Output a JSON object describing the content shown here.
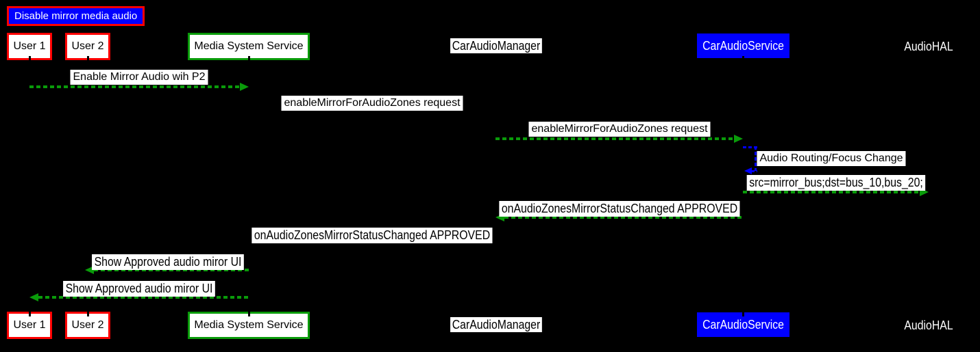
{
  "title": {
    "label": "Disable mirror media audio"
  },
  "participants": [
    {
      "id": "user1",
      "label": "User 1"
    },
    {
      "id": "user2",
      "label": "User 2"
    },
    {
      "id": "media-system-service",
      "label": "Media System Service"
    },
    {
      "id": "car-audio-manager",
      "label": "CarAudioManager"
    },
    {
      "id": "car-audio-service",
      "label": "CarAudioService"
    },
    {
      "id": "audio-hal",
      "label": "AudioHAL"
    }
  ],
  "messages": [
    {
      "from": "User 1",
      "to": "Media System Service",
      "label": "Enable Mirror Audio wih P2",
      "direction": "right",
      "line": "green-dashed"
    },
    {
      "from": "Media System Service",
      "to": "CarAudioManager",
      "label": "enableMirrorForAudioZones request",
      "direction": "right",
      "line": "black-invisible"
    },
    {
      "from": "CarAudioManager",
      "to": "CarAudioService",
      "label": "enableMirrorForAudioZones request",
      "direction": "right",
      "line": "green-dashed"
    },
    {
      "from": "CarAudioService",
      "to": "CarAudioService",
      "label": "Audio Routing/Focus Change",
      "direction": "self",
      "line": "blue-dashed"
    },
    {
      "from": "CarAudioService",
      "to": "AudioHAL",
      "label": "src=mirror_bus;dst=bus_10,bus_20;",
      "direction": "right",
      "line": "green-dashed"
    },
    {
      "from": "CarAudioService",
      "to": "CarAudioManager",
      "label": "onAudioZonesMirrorStatusChanged APPROVED",
      "direction": "left",
      "line": "green-dashed"
    },
    {
      "from": "CarAudioManager",
      "to": "Media System Service",
      "label": "onAudioZonesMirrorStatusChanged APPROVED",
      "direction": "left",
      "line": "black-invisible"
    },
    {
      "from": "Media System Service",
      "to": "User 2",
      "label": "Show Approved audio miror UI",
      "direction": "left",
      "line": "green-dashed"
    },
    {
      "from": "Media System Service",
      "to": "User 1",
      "label": "Show Approved audio miror UI",
      "direction": "left",
      "line": "green-dashed"
    }
  ],
  "colors": {
    "background": "#000000",
    "arrow_green": "#0a9b0a",
    "self_loop_blue": "#0000ff",
    "red_border": "#ff0000",
    "green_border": "#0a9b0a",
    "blue_fill": "#0000ff",
    "label_bg": "#ffffff",
    "label_text": "#000000",
    "white_text": "#ffffff"
  }
}
